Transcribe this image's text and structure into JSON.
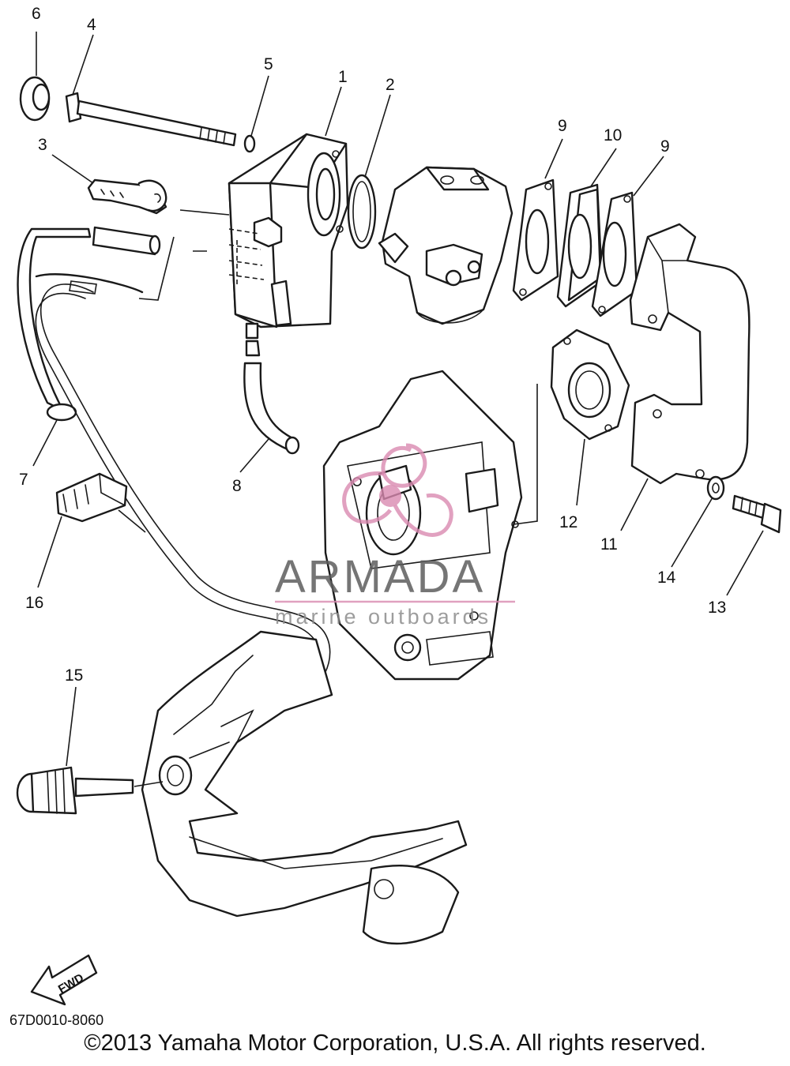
{
  "callouts": [
    "1",
    "2",
    "3",
    "4",
    "5",
    "6",
    "7",
    "8",
    "9",
    "10",
    "9",
    "11",
    "12",
    "13",
    "14",
    "15",
    "16"
  ],
  "watermark": {
    "brand": "ARMADA",
    "tagline": "marine outboards"
  },
  "fwd_label": "FWD",
  "drawing_code": "67D0010-8060",
  "copyright": "©2013 Yamaha Motor Corporation, U.S.A. All rights reserved.",
  "colors": {
    "line": "#1a1a1a",
    "watermark_accent": "#d98ab0",
    "watermark_text": "#5e5e5e"
  }
}
